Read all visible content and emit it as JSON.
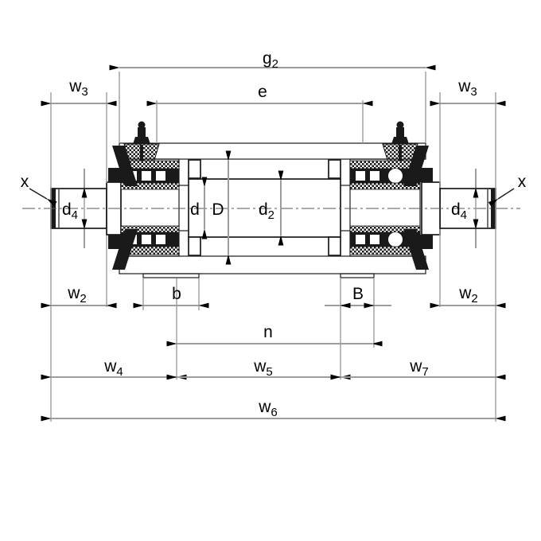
{
  "drawing": {
    "type": "bearing-unit-cross-section-dimension-drawing",
    "description": "Technical cross-section of a double-bearing shaft unit with dimension callouts",
    "colors": {
      "background": "#ffffff",
      "outline": "#1a1a1a",
      "dimension_line": "#9c9c9c",
      "label_text": "#000000"
    },
    "dimension_labels": {
      "g2": {
        "base": "g",
        "sub": "2"
      },
      "e": {
        "base": "e",
        "sub": ""
      },
      "w3": {
        "base": "w",
        "sub": "3"
      },
      "x": {
        "base": "x",
        "sub": ""
      },
      "d4": {
        "base": "d",
        "sub": "4"
      },
      "d": {
        "base": "d",
        "sub": ""
      },
      "D": {
        "base": "D",
        "sub": ""
      },
      "d2": {
        "base": "d",
        "sub": "2"
      },
      "w2": {
        "base": "w",
        "sub": "2"
      },
      "b": {
        "base": "b",
        "sub": ""
      },
      "B": {
        "base": "B",
        "sub": ""
      },
      "n": {
        "base": "n",
        "sub": ""
      },
      "w4": {
        "base": "w",
        "sub": "4"
      },
      "w5": {
        "base": "w",
        "sub": "5"
      },
      "w6": {
        "base": "w",
        "sub": "6"
      },
      "w7": {
        "base": "w",
        "sub": "7"
      }
    }
  }
}
